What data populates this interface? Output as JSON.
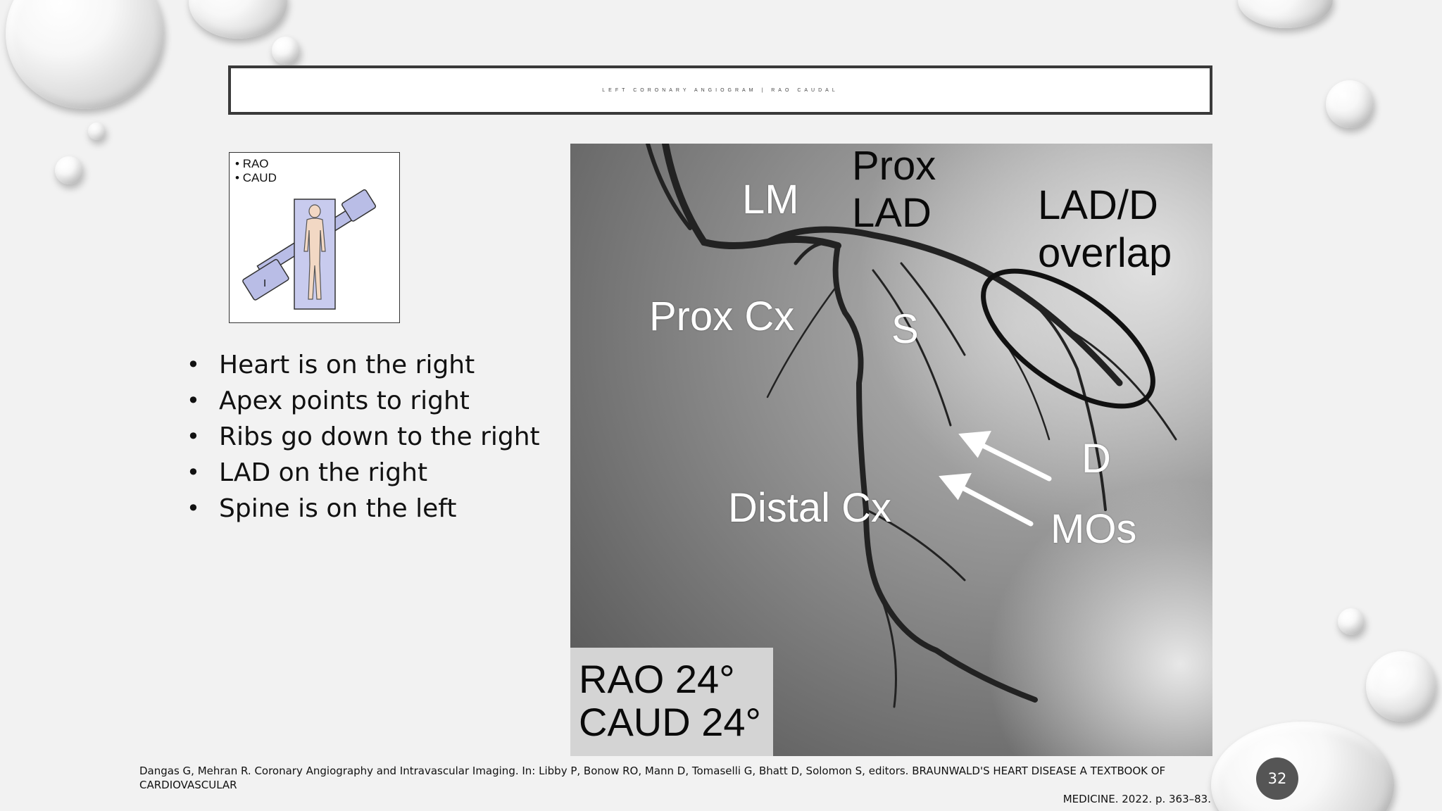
{
  "slide": {
    "title": "Left Coronary Angiogram | RAO Caudal",
    "diagram_labels": [
      "RAO",
      "CAUD"
    ],
    "diagram_detector_letter": "I",
    "bullets": [
      "Heart is on the right",
      "Apex points to right",
      "Ribs go down to the right",
      "LAD on the right",
      "Spine is on the left"
    ],
    "angiogram": {
      "labels": {
        "lm": "LM",
        "prox_lad_1": "Prox",
        "prox_lad_2": "LAD",
        "lad_d_1": "LAD/D",
        "lad_d_2": "overlap",
        "prox_cx": "Prox Cx",
        "s": "S",
        "d": "D",
        "distal_cx": "Distal Cx",
        "mos": "MOs"
      },
      "view": {
        "line1": "RAO 24°",
        "line2": "CAUD 24°"
      }
    },
    "citation": {
      "line1": "Dangas G, Mehran R. Coronary Angiography and Intravascular Imaging. In: Libby P, Bonow RO, Mann D, Tomaselli G, Bhatt D, Solomon S, editors. BRAUNWALD'S HEART DISEASE A TEXTBOOK OF CARDIOVASCULAR",
      "line2": "MEDICINE. 2022. p. 363–83."
    },
    "page_number": "32"
  }
}
